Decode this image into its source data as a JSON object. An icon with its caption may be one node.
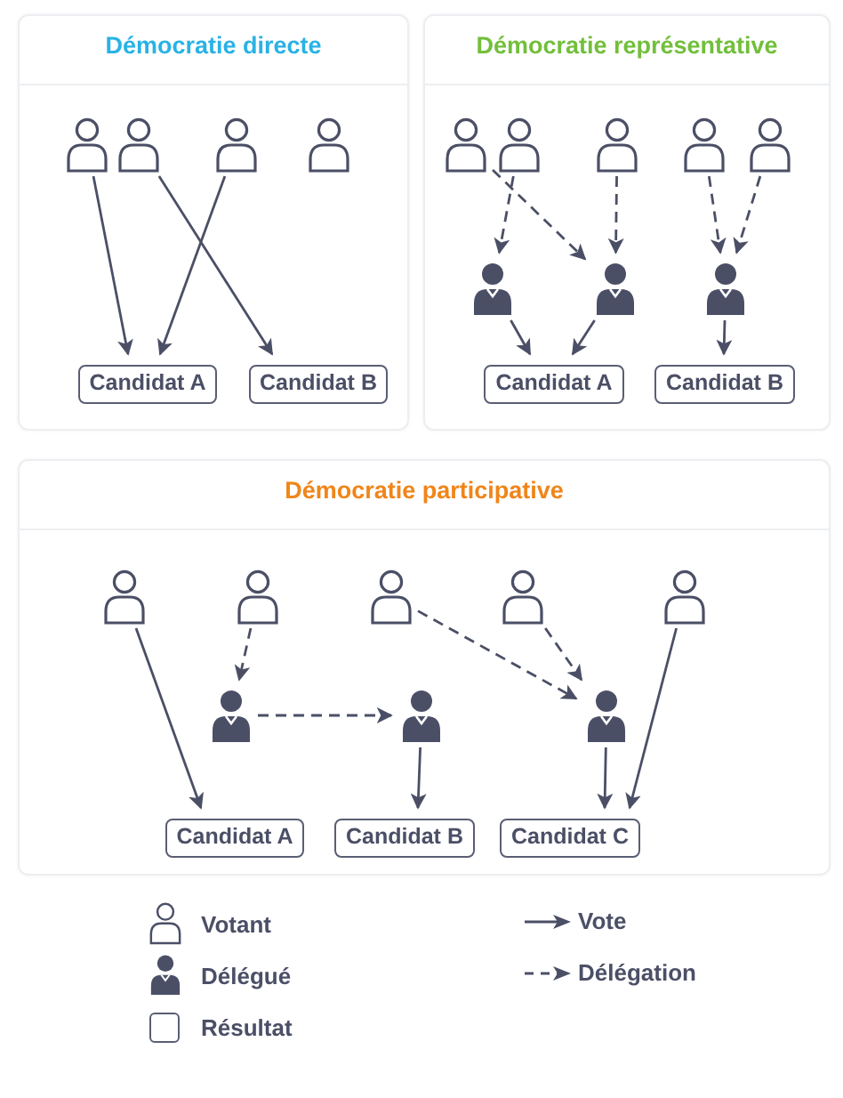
{
  "diagram": {
    "nodes": [
      {
        "text": [
          "Démocratie directe"
        ]
      },
      {
        "text": [],
        "shape": "person",
        "in": 0
      },
      {
        "text": [],
        "shape": "person",
        "in": 0
      },
      {
        "text": [],
        "shape": "person",
        "in": 0
      },
      {
        "text": [],
        "shape": "person",
        "in": 0
      },
      {
        "text": [
          "Candidat A"
        ],
        "in": 0
      },
      {
        "text": [
          "Candidat B"
        ],
        "in": 0
      },
      {
        "text": [
          "Démocratie représentative"
        ]
      },
      {
        "text": [],
        "shape": "person",
        "in": 7
      },
      {
        "text": [],
        "shape": "person",
        "in": 7
      },
      {
        "text": [],
        "shape": "person",
        "in": 7
      },
      {
        "text": [],
        "shape": "person",
        "in": 7
      },
      {
        "text": [],
        "shape": "person",
        "in": 7
      },
      {
        "text": [],
        "shape": "silhouette",
        "in": 7
      },
      {
        "text": [],
        "shape": "silhouette",
        "in": 7
      },
      {
        "text": [],
        "shape": "silhouette",
        "in": 7
      },
      {
        "text": [
          "Candidat A"
        ],
        "in": 7
      },
      {
        "text": [
          "Candidat B"
        ],
        "in": 7
      },
      {
        "text": [
          "Démocratie participative"
        ]
      },
      {
        "text": [],
        "shape": "person",
        "in": 18
      },
      {
        "text": [],
        "shape": "person",
        "in": 18
      },
      {
        "text": [],
        "shape": "person",
        "in": 18
      },
      {
        "text": [],
        "shape": "person",
        "in": 18
      },
      {
        "text": [],
        "shape": "person",
        "in": 18
      },
      {
        "text": [],
        "shape": "silhouette",
        "in": 18
      },
      {
        "text": [],
        "shape": "silhouette",
        "in": 18
      },
      {
        "text": [],
        "shape": "silhouette",
        "in": 18
      },
      {
        "text": [
          "Candidat A"
        ],
        "in": 18
      },
      {
        "text": [
          "Candidat B"
        ],
        "in": 18
      },
      {
        "text": [
          "Candidat C"
        ],
        "in": 18
      }
    ],
    "edges": [
      {
        "from": 1,
        "to": 5,
        "arrow": "to"
      },
      {
        "from": 2,
        "to": 6,
        "arrow": "to"
      },
      {
        "from": 3,
        "to": 5,
        "arrow": "to"
      },
      {
        "from": 8,
        "to": 14,
        "arrow": "to",
        "style": "dashed"
      },
      {
        "from": 9,
        "to": 13,
        "arrow": "to",
        "style": "dashed"
      },
      {
        "from": 10,
        "to": 14,
        "arrow": "to",
        "style": "dashed"
      },
      {
        "from": 11,
        "to": 15,
        "arrow": "to",
        "style": "dashed"
      },
      {
        "from": 12,
        "to": 15,
        "arrow": "to",
        "style": "dashed"
      },
      {
        "from": 13,
        "to": 16,
        "arrow": "to"
      },
      {
        "from": 14,
        "to": 16,
        "arrow": "to"
      },
      {
        "from": 15,
        "to": 17,
        "arrow": "to"
      },
      {
        "from": 19,
        "to": 27,
        "arrow": "to"
      },
      {
        "from": 20,
        "to": 24,
        "arrow": "to",
        "style": "dashed"
      },
      {
        "from": 24,
        "to": 25,
        "arrow": "to",
        "style": "dashed"
      },
      {
        "from": 25,
        "to": 28,
        "arrow": "to"
      },
      {
        "from": 21,
        "to": 26,
        "arrow": "to",
        "style": "dashed"
      },
      {
        "from": 22,
        "to": 26,
        "arrow": "to",
        "style": "dashed"
      },
      {
        "from": 26,
        "to": 29,
        "arrow": "to"
      },
      {
        "from": 23,
        "to": 29,
        "arrow": "to"
      }
    ],
    "legend": [
      {
        "text": "Votant"
      },
      {
        "text": "Délégué"
      },
      {
        "text": "Résultat"
      },
      {
        "text": "Vote"
      },
      {
        "text": "Délégation"
      }
    ]
  }
}
